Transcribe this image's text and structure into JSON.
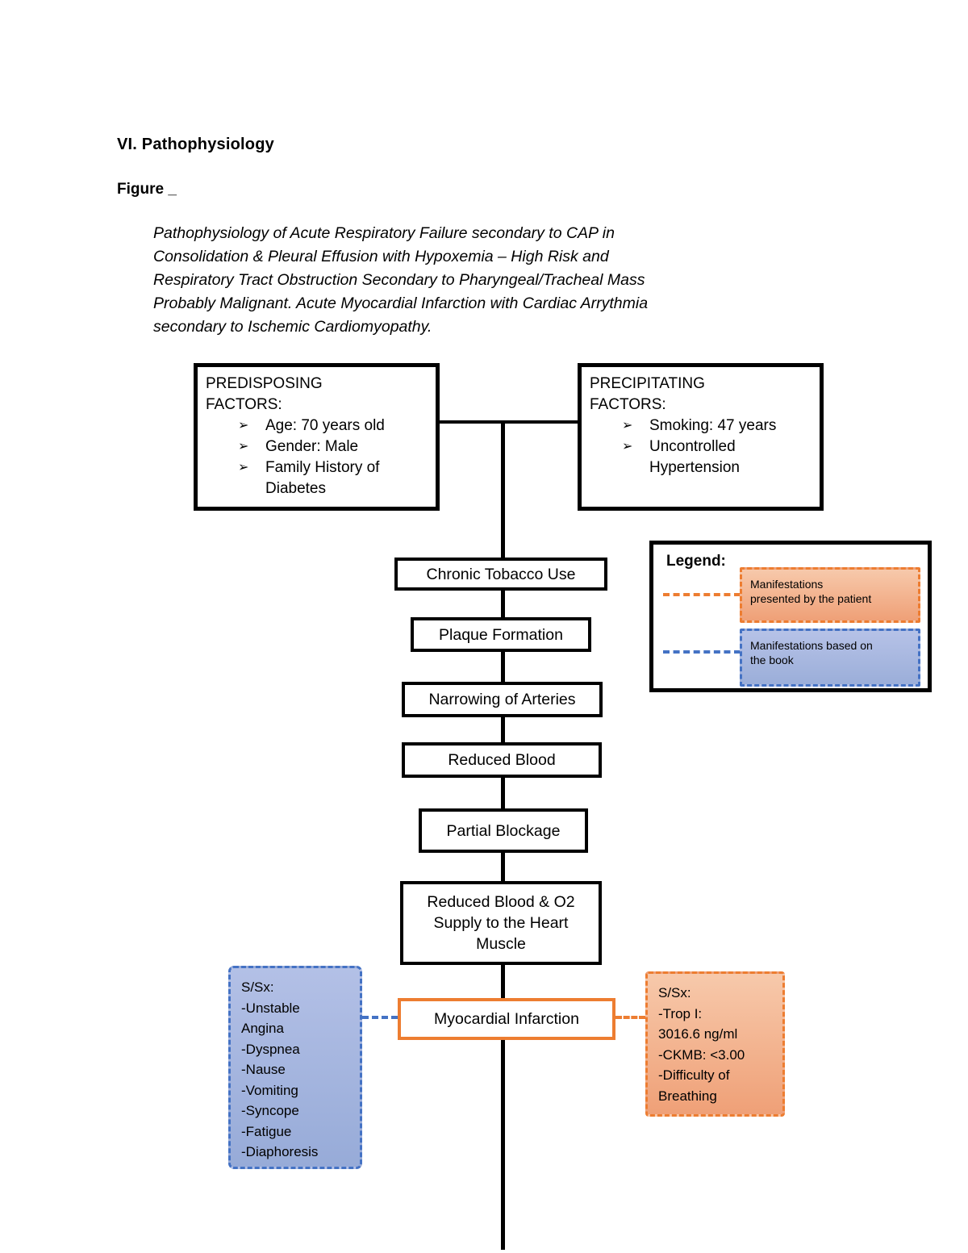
{
  "page": {
    "section_title": "VI. Pathophysiology",
    "figure_label": "Figure _"
  },
  "caption": {
    "lines": [
      "Pathophysiology of Acute Respiratory Failure secondary to CAP in",
      "Consolidation & Pleural Effusion with Hypoxemia – High Risk and",
      "Respiratory Tract Obstruction Secondary to Pharyngeal/Tracheal Mass",
      "Probably Malignant. Acute Myocardial Infarction with Cardiac Arrythmia",
      "secondary to Ischemic Cardiomyopathy."
    ]
  },
  "icons": {
    "arrow_bullet": "➢"
  },
  "colors": {
    "orange_accent": "#ED7D31",
    "blue_accent": "#4472C4",
    "line_black": "#000000"
  },
  "predisposing": {
    "title_lines": [
      "PREDISPOSING",
      "FACTORS:"
    ],
    "items": [
      "Age: 70 years old",
      "Gender: Male",
      "Family History of Diabetes"
    ]
  },
  "precipitating": {
    "title_lines": [
      "PRECIPITATING",
      "FACTORS:"
    ],
    "items": [
      "Smoking: 47 years",
      "Uncontrolled Hypertension"
    ]
  },
  "flow_steps": [
    "Chronic Tobacco Use",
    "Plaque Formation",
    "Narrowing of Arteries",
    "Reduced Blood",
    "Partial Blockage",
    "Reduced Blood & O2 Supply to the Heart Muscle",
    "Myocardial Infarction"
  ],
  "legend": {
    "title": "Legend:",
    "patient_lines": [
      "Manifestations",
      "presented by the patient"
    ],
    "book_lines": [
      "Manifestations based on",
      "the book"
    ]
  },
  "sx_book_box": {
    "lines": [
      "S/Sx:",
      "-Unstable",
      "Angina",
      "-Dyspnea",
      "-Nause",
      "-Vomiting",
      "-Syncope",
      "-Fatigue",
      "-Diaphoresis"
    ]
  },
  "sx_patient_box": {
    "lines": [
      "S/Sx:",
      "-Trop I:",
      "3016.6 ng/ml",
      "-CKMB: <3.00",
      "-Difficulty of",
      "Breathing"
    ]
  }
}
